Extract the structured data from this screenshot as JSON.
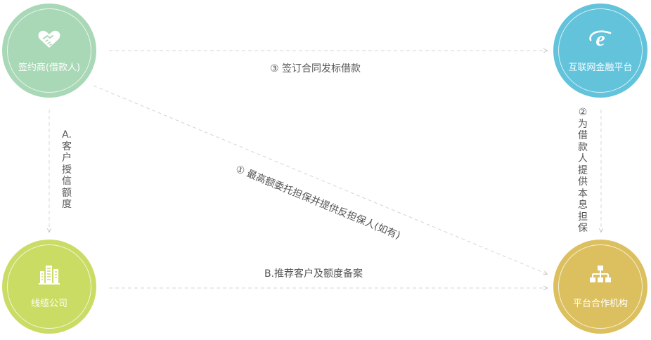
{
  "nodes": {
    "borrower": {
      "label": "签约商(借款人)",
      "icon": "handshake-icon",
      "color": "#a9d8b7"
    },
    "platform": {
      "label": "互联网金融平台",
      "icon": "ie-logo-icon",
      "color": "#62c3db"
    },
    "cable_company": {
      "label": "线缆公司",
      "icon": "building-icon",
      "color": "#cbdc65"
    },
    "partner": {
      "label": "平台合作机构",
      "icon": "org-chart-icon",
      "color": "#dcc05f"
    }
  },
  "edges": {
    "top": "③ 签订合同发标借款",
    "diagonal": "① 最高额委托担保并提供反担保人(如有)",
    "left": "A.客户授信额度",
    "right": "② 为借款人提供本息担保",
    "bottom": "B.推荐客户及额度备案"
  },
  "colors": {
    "line": "#d4d4d4",
    "text": "#555555"
  }
}
